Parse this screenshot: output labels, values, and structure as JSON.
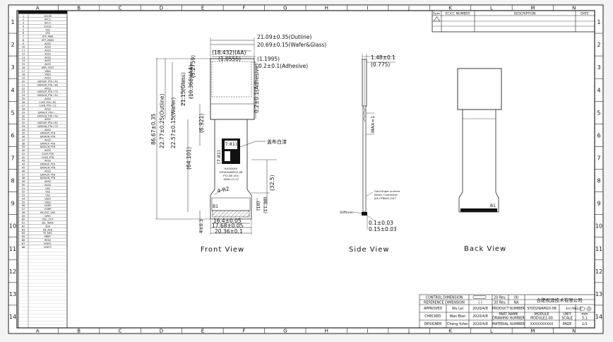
{
  "border": {
    "columns": [
      "A",
      "B",
      "C",
      "D",
      "E",
      "F",
      "G",
      "H",
      "I",
      "J",
      "K",
      "L",
      "M",
      "N"
    ],
    "rows": [
      "1",
      "2",
      "3",
      "4",
      "5",
      "6",
      "7",
      "8",
      "9",
      "10",
      "11",
      "12",
      "13",
      "14"
    ]
  },
  "revision_table": {
    "headers": [
      "Sym",
      "EC/CC NUMBER",
      "DESCRIPTION",
      "DATE"
    ]
  },
  "pin_table": [
    {
      "n": "1",
      "s": "VCOM"
    },
    {
      "n": "2",
      "s": "AVCC"
    },
    {
      "n": "3",
      "s": "AVCC"
    },
    {
      "n": "4",
      "s": "ELVSS"
    },
    {
      "n": "5",
      "s": "VSS"
    },
    {
      "n": "6",
      "s": "VSS"
    },
    {
      "n": "7",
      "s": "STP_PWR"
    },
    {
      "n": "8",
      "s": "STP_VDD2"
    },
    {
      "n": "9",
      "s": "AVSS"
    },
    {
      "n": "10",
      "s": "AVSS"
    },
    {
      "n": "11",
      "s": "AVSS"
    },
    {
      "n": "12",
      "s": "AVSS"
    },
    {
      "n": "13",
      "s": "AVSS"
    },
    {
      "n": "14",
      "s": "AVSS"
    },
    {
      "n": "15",
      "s": "AVSS"
    },
    {
      "n": "16",
      "s": "MIPI_TEST"
    },
    {
      "n": "17",
      "s": "VDDI"
    },
    {
      "n": "18",
      "s": "VDDI"
    },
    {
      "n": "19",
      "s": "AVSS"
    },
    {
      "n": "20",
      "s": "DATA0P_PTA / A0"
    },
    {
      "n": "21",
      "s": "DATA0N_PTA / B0"
    },
    {
      "n": "22",
      "s": "AVSS"
    },
    {
      "n": "23",
      "s": "DATA1P_PTA / C0"
    },
    {
      "n": "24",
      "s": "DATA1N_PTA / A1"
    },
    {
      "n": "25",
      "s": "AVSS"
    },
    {
      "n": "26",
      "s": "CLKP_PTA / B1"
    },
    {
      "n": "27",
      "s": "CLKN_PTA / C1"
    },
    {
      "n": "28",
      "s": "AVSS"
    },
    {
      "n": "29",
      "s": "DATA2P_PTA / ..."
    },
    {
      "n": "30",
      "s": "DATA2N_PTA / A2"
    },
    {
      "n": "31",
      "s": "AVSS"
    },
    {
      "n": "32",
      "s": "DATA3P_PTA / B2"
    },
    {
      "n": "33",
      "s": "DATA3N_PTA / C2"
    },
    {
      "n": "34",
      "s": "AVSS"
    },
    {
      "n": "35",
      "s": "DATA0P_PTB"
    },
    {
      "n": "36",
      "s": "DATA0N_PTB"
    },
    {
      "n": "37",
      "s": "AVSS"
    },
    {
      "n": "38",
      "s": "DATA1P_PTB"
    },
    {
      "n": "39",
      "s": "DATA1N_PTB"
    },
    {
      "n": "40",
      "s": "AVSS"
    },
    {
      "n": "41",
      "s": "CLKP_PTB"
    },
    {
      "n": "42",
      "s": "CLKN_PTB"
    },
    {
      "n": "43",
      "s": "AVSS"
    },
    {
      "n": "44",
      "s": "DATA2P_PTB"
    },
    {
      "n": "45",
      "s": "DATA2N_PTB"
    },
    {
      "n": "46",
      "s": "AVSS"
    },
    {
      "n": "47",
      "s": "DATA3P_PTB"
    },
    {
      "n": "48",
      "s": "DATA3N_PTB"
    },
    {
      "n": "49",
      "s": "AVSS"
    },
    {
      "n": "50",
      "s": "AVSS"
    },
    {
      "n": "51",
      "s": "VSS"
    },
    {
      "n": "52",
      "s": "VSS"
    },
    {
      "n": "53",
      "s": "VSS"
    },
    {
      "n": "54",
      "s": "VDDI"
    },
    {
      "n": "55",
      "s": "VDDI"
    },
    {
      "n": "56",
      "s": "VGMP"
    },
    {
      "n": "57",
      "s": "VGMP"
    },
    {
      "n": "58",
      "s": "EN_EXT_VSS"
    },
    {
      "n": "59",
      "s": "GPIO"
    },
    {
      "n": "60",
      "s": "OSC_OUT"
    },
    {
      "n": "61",
      "s": "SEL_WIRE"
    },
    {
      "n": "62",
      "s": "SDA"
    },
    {
      "n": "63",
      "s": "EN_AVD"
    },
    {
      "n": "64",
      "s": "TE_MEC"
    },
    {
      "n": "65",
      "s": "MREF"
    },
    {
      "n": "66",
      "s": "RESX"
    },
    {
      "n": "67",
      "s": "VREF1"
    },
    {
      "n": "68",
      "s": "VREF2"
    }
  ],
  "front_view": {
    "title": "Front View",
    "dims": {
      "outline_width": "21.09±0.35(Outline)",
      "wafer_glass": "20.69±0.15(Wafer&Glass)",
      "aa_width": "(18.432)(AA)",
      "d1_0555": "(1.0555)",
      "d5_2759": "(5.2759)",
      "d1_1995": "(1.1995)",
      "adhesive_top": "0.2±0.1(Adhesive)",
      "glass_21_15": "21.15(Glass)",
      "aa_height": "(10.368)(AA)",
      "adhesive_side": "0.2±0.1(Adhesive)",
      "overall_height": "86.67±0.35",
      "outline_height": "22.77±0.25(Outline)",
      "wafer_height": "22.57±0.15(Wafer)",
      "d6_921": "(6.921)",
      "d64_101": "(64.101)",
      "d7_81_top": "(7.81)",
      "d7_81_side": "(7.81)",
      "d32_5": "(32.5)",
      "r_4_00": "4-R2",
      "d10": "(10)",
      "d11_98": "(11.98)",
      "d4_0_3": "4±0.3",
      "w16_4": "16.4±0.05",
      "w17_68": "17.68±0.05",
      "w20_36": "20.36±0.1"
    },
    "ic_text": [
      "RX3XXXX",
      "SY0D2WAM20-08",
      "FY2-DE-V01",
      "1808-13-12"
    ],
    "callout": "盖布白漆",
    "b1": "B1"
  },
  "side_view": {
    "title": "Side View",
    "d1_48": "1.48±0.1",
    "d0_775": "(0.775)",
    "max1": "MAX=1",
    "d0_1": "0.1±0.03",
    "d0_15": "0.15±0.03",
    "note_lines": [
      "Gold finger surface",
      "Match Connector:",
      "JAE-FF6801-G47"
    ],
    "stiffener": "Stiffener"
  },
  "back_view": {
    "title": "Back View",
    "b1": "B1"
  },
  "title_block": {
    "ctrl_dim": "CONTROL DIMENSION",
    "ref_dim": "REFERENCE DIMENSION",
    "ref_paren": "( )",
    "rev_a": "20 Rev.",
    "rev_a_val": "00",
    "rev_b": "30 Rev.",
    "rev_b_val": "NA",
    "company": "合肥视涯技术有限公司",
    "approved": "APPROVED",
    "approved_name": "Wu Lei",
    "approved_date": "2020/4/8",
    "checked": "CHECKED",
    "checked_name": "Wan Bian",
    "checked_date": "2020/4/8",
    "designer": "DESIGNER",
    "designer_name": "Cheng Yufan",
    "designer_date": "2020/4/8",
    "product_number_label": "PRODUCT NUMBER",
    "product_number": "SY0D2WAM20-08",
    "angle_label": "3rd ANGLE",
    "part_name_label": "PART NAME",
    "part_name": "MODULE",
    "unit_label": "UNIT",
    "unit": "mm",
    "drawing_number_label": "DRAWING NUMBER",
    "drawing_number": "MODULE1-00",
    "scale_label": "SCALE",
    "scale": "5:1",
    "material_label": "MATERIAL NUMBER",
    "material": "XXXXXXXXXX",
    "page_label": "PAGE",
    "page": "1/1"
  }
}
